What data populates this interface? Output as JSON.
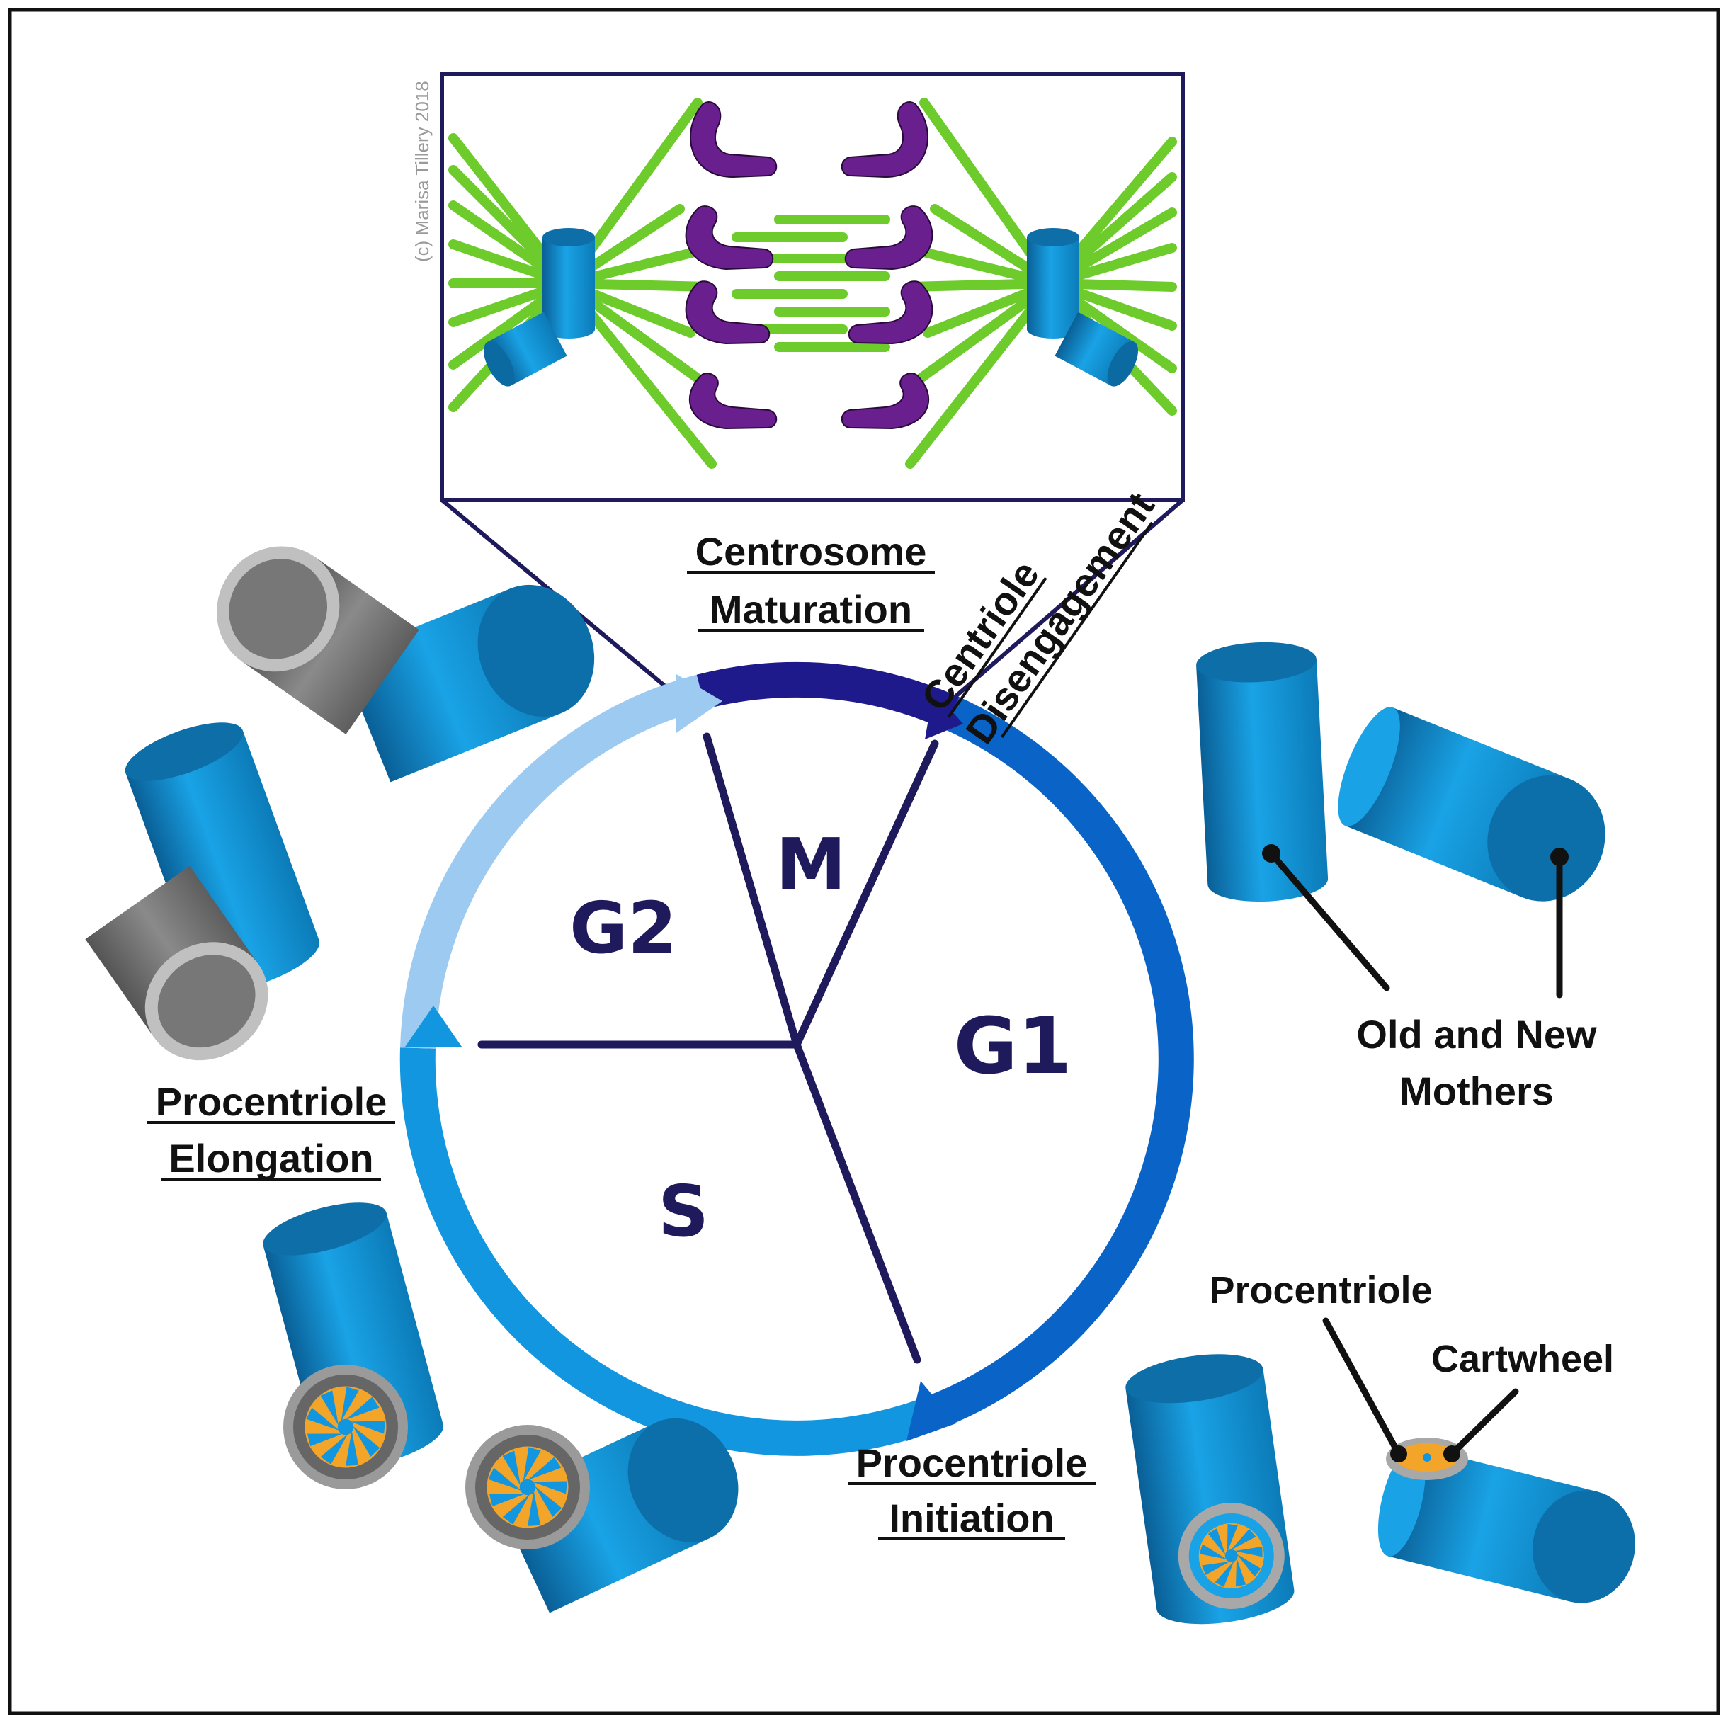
{
  "credit": "(c) Marisa Tillery 2018",
  "phases": {
    "m": "M",
    "g1": "G1",
    "s": "S",
    "g2": "G2"
  },
  "stages": {
    "maturation": [
      "Centrosome",
      "Maturation"
    ],
    "disengagement": [
      "Centriole",
      "Disengagement"
    ],
    "elongation": [
      "Procentriole",
      "Elongation"
    ],
    "initiation": [
      "Procentriole",
      "Initiation"
    ]
  },
  "callouts": {
    "mothers": [
      "Old and New",
      "Mothers"
    ],
    "procentriole": "Procentriole",
    "cartwheel": "Cartwheel"
  },
  "colors": {
    "frame": "#111111",
    "inset_border": "#1f1a5c",
    "phase_lines": "#1f1a5c",
    "arrow_m": "#1f1a8c",
    "arrow_g1": "#0a64c8",
    "arrow_s": "#1296e0",
    "arrow_g2": "#9ccaf0",
    "microtubule": "#6ecb2c",
    "chromosome": "#6a1f8f",
    "centriole": "#1287c6",
    "procentriole": "#888888",
    "cartwheel": "#f3a52a"
  }
}
